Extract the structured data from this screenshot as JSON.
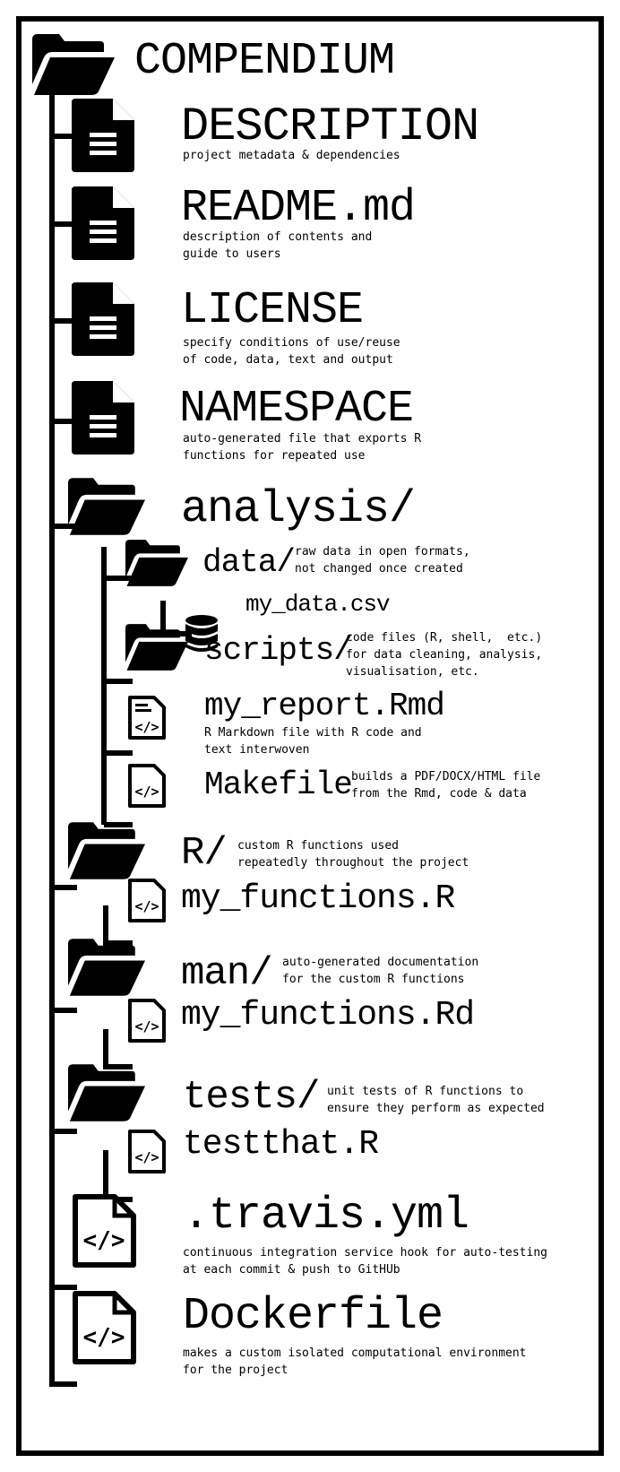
{
  "root": {
    "name": "COMPENDIUM",
    "icon": "folder-open-icon"
  },
  "items": {
    "description": {
      "name": "DESCRIPTION",
      "desc": "project metadata & dependencies",
      "icon": "document-icon"
    },
    "readme": {
      "name": "README.md",
      "desc": "description of contents and\nguide to users",
      "icon": "document-icon"
    },
    "license": {
      "name": "LICENSE",
      "desc": "specify conditions of use/reuse\nof code, data, text and output",
      "icon": "document-icon"
    },
    "namespace": {
      "name": "NAMESPACE",
      "desc": "auto-generated file that exports R\nfunctions for repeated use",
      "icon": "document-icon"
    },
    "analysis": {
      "name": "analysis/",
      "icon": "folder-open-icon"
    },
    "data": {
      "name": "data/",
      "desc": "raw data in open formats,\nnot changed once created",
      "icon": "folder-open-icon"
    },
    "my_data": {
      "name": "my_data.csv",
      "icon": "database-icon"
    },
    "scripts": {
      "name": "scripts/",
      "desc": "code files (R, shell,  etc.)\nfor data cleaning, analysis,\nvisualisation, etc.",
      "icon": "folder-open-icon"
    },
    "my_report": {
      "name": "my_report.Rmd",
      "desc": "R Markdown file with R code and\ntext interwoven",
      "icon": "code-file-icon"
    },
    "makefile": {
      "name": "Makefile",
      "desc": "builds a PDF/DOCX/HTML file\nfrom the Rmd, code & data",
      "icon": "code-file-icon"
    },
    "r_dir": {
      "name": "R/",
      "desc": "custom R functions used\nrepeatedly throughout the project",
      "icon": "folder-open-icon"
    },
    "my_functions_r": {
      "name": "my_functions.R",
      "icon": "code-file-icon"
    },
    "man": {
      "name": "man/",
      "desc": "auto-generated documentation\nfor the custom R functions",
      "icon": "folder-open-icon"
    },
    "my_functions_rd": {
      "name": "my_functions.Rd",
      "icon": "code-file-icon"
    },
    "tests": {
      "name": "tests/",
      "desc": "unit tests of R functions to\nensure they perform as expected",
      "icon": "folder-open-icon"
    },
    "testthat": {
      "name": "testthat.R",
      "icon": "code-file-icon"
    },
    "travis": {
      "name": ".travis.yml",
      "desc": "continuous integration service hook for auto-testing\nat each commit & push to GitHUb",
      "icon": "code-file-icon"
    },
    "dockerfile": {
      "name": "Dockerfile",
      "desc": "makes a custom isolated computational environment\nfor the project",
      "icon": "code-file-icon"
    }
  }
}
